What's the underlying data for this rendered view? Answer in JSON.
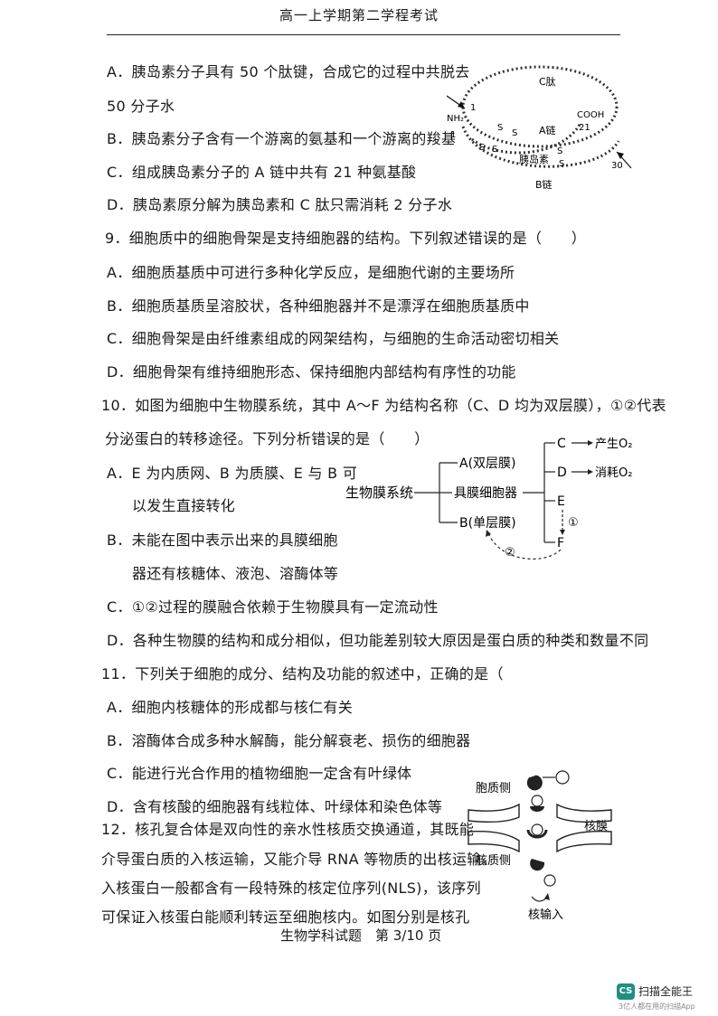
{
  "header": {
    "title": "高一上学期第二学程考试"
  },
  "q8": {
    "a1": "A．胰岛素分子具有 50 个肽键，合成它的过程中共脱去",
    "a2": "50 分子水",
    "b": "B．胰岛素分子含有一个游离的氨基和一个游离的羧基",
    "c": "C．组成胰岛素分子的 A 链中共有 21 种氨基酸",
    "d": "D．胰岛素原分解为胰岛素和 C 肽只需消耗 2 分子水",
    "diagram": {
      "c_peptide": "C肽",
      "nh2": "NH₂",
      "one_a": "1",
      "one_b": "1",
      "cooh": "COOH",
      "n21": "21",
      "n30": "30",
      "a_chain": "A链",
      "b_chain": "B链",
      "insulin": "胰岛素",
      "s": "S"
    }
  },
  "q9": {
    "stem": "9．细胞质中的细胞骨架是支持细胞器的结构。下列叙述错误的是（　　）",
    "a": "A．细胞质基质中可进行多种化学反应，是细胞代谢的主要场所",
    "b": "B．细胞质基质呈溶胶状，各种细胞器并不是漂浮在细胞质基质中",
    "c": "C．细胞骨架是由纤维素组成的网架结构，与细胞的生命活动密切相关",
    "d": "D．细胞骨架有维持细胞形态、保持细胞内部结构有序性的功能"
  },
  "q10": {
    "stem1": "10．如图为细胞中生物膜系统，其中 A～F 为结构名称（C、D 均为双层膜），①②代表",
    "stem2": "分泌蛋白的转移途径。下列分析错误的是（　　）",
    "a1": "A．E 为内质网、B 为质膜、E 与 B 可",
    "a2": "以发生直接转化",
    "b1": "B．未能在图中表示出来的具膜细胞",
    "b2": "器还有核糖体、液泡、溶酶体等",
    "c": "C．①②过程的膜融合依赖于生物膜具有一定流动性",
    "d": "D．各种生物膜的结构和成分相似，但功能差别较大原因是蛋白质的种类和数量不同",
    "diagram": {
      "system": "生物膜系统",
      "a": "A(双层膜)",
      "organelle": "具膜细胞器",
      "b": "B(单层膜)",
      "c": "C",
      "d": "D",
      "e": "E",
      "f": "F",
      "produce_o2": "产生O₂",
      "consume_o2": "消耗O₂",
      "step1": "①",
      "step2": "②"
    }
  },
  "q11": {
    "stem": "11．下列关于细胞的成分、结构及功能的叙述中，正确的是（",
    "a": "A．细胞内核糖体的形成都与核仁有关",
    "b": "B．溶酶体合成多种水解酶，能分解衰老、损伤的细胞器",
    "c": "C．能进行光合作用的植物细胞一定含有叶绿体",
    "d": "D．含有核酸的细胞器有线粒体、叶绿体和染色体等"
  },
  "q12": {
    "l1": "12．核孔复合体是双向性的亲水性核质交换通道，其既能",
    "l2": "介导蛋白质的入核运输，又能介导 RNA 等物质的出核运输。",
    "l3": "入核蛋白一般都含有一段特殊的核定位序列(NLS)，该序列",
    "l4": "可保证入核蛋白能顺利转运至细胞核内。如图分别是核孔",
    "diagram": {
      "cytoplasm_side": "胞质侧",
      "envelope": "核膜",
      "nucleus_side": "核质侧",
      "import": "核输入"
    }
  },
  "footer": {
    "text": "生物学科试题　第 3/10 页"
  },
  "watermark": {
    "logo": "CS",
    "name": "扫描全能王",
    "sub": "3亿人都在用的扫描App"
  }
}
